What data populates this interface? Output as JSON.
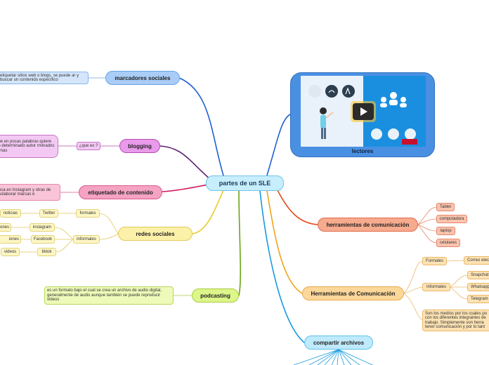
{
  "central": {
    "label": "partes de un SLE"
  },
  "marcadores": {
    "label": "marcadores sociales",
    "description": "etiquetar sitios web o blogs, se puede ar y buscar un contenido específico"
  },
  "blogging": {
    "label": "blogging",
    "question": "¿que es ?",
    "description": "que en pocas palabras quiere un determinado autor rminados temas"
  },
  "etiquetado": {
    "label": "etiquetado de contenido",
    "description": "nca en Instagram y otras de colaborar marcas e"
  },
  "redes": {
    "label": "redes sociales",
    "formales": "formales",
    "informales": "informales",
    "twitter": "Twitter",
    "noticias": "noticias",
    "instagram": "instagram",
    "facebook": "Facebook",
    "tiktok": "tiktok",
    "videos": "videos",
    "left1": "ones",
    "left2": "iones"
  },
  "podcasting": {
    "label": "podcasting",
    "description": "es un formato bajo el cual se crea un archivo de audio digital, generalmente de audio aunque también se puede reproducir videos"
  },
  "lectores": {
    "label": "lectores"
  },
  "herramientas_com": {
    "label": "herramientas de comunicación",
    "items": [
      "Tablet",
      "computadora",
      "laptop",
      "celulares"
    ]
  },
  "herramientas_com2": {
    "label": "Herramientas de Comunicación",
    "formales": "Formales",
    "correo": "Correo elec",
    "informales": "Informales",
    "snapchat": "Snapchat",
    "whatsapp": "Whatsapp",
    "telegram": "Telegram",
    "description": "Son los medios por los cuales po con los diferentes integrantes de trabajo. Simplemente son herra tener comunicación y por lo tant"
  },
  "compartir": {
    "label": "compartir archivos"
  }
}
